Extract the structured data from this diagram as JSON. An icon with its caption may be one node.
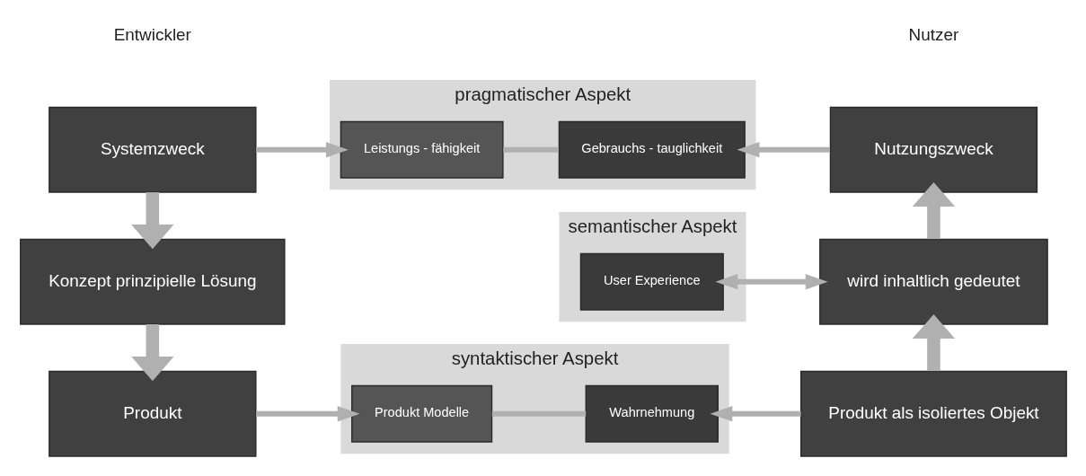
{
  "diagram": {
    "nodes": [
      {
        "text": [
          "pragmatischer Aspekt"
        ]
      },
      {
        "text": [
          "Systemzweck"
        ]
      },
      {
        "text": [
          "Leistungs - fähigkeit"
        ],
        "in": 0
      },
      {
        "text": [
          "Gebrauchs - tauglichkeit"
        ],
        "in": 0
      },
      {
        "text": [
          "Nutzungszweck"
        ]
      },
      {
        "text": [
          "semantischer Aspekt"
        ]
      },
      {
        "text": [
          "Konzept prinzipielle Lösung"
        ]
      },
      {
        "text": [
          "User Experience"
        ],
        "in": 5
      },
      {
        "text": [
          "wird inhaltlich gedeutet"
        ]
      },
      {
        "text": [
          "syntaktischer Aspekt"
        ]
      },
      {
        "text": [
          "Produkt"
        ]
      },
      {
        "text": [
          "Produkt Modelle"
        ],
        "in": 9
      },
      {
        "text": [
          "Wahrnehmung"
        ],
        "in": 9
      },
      {
        "text": [
          "Produkt als isoliertes Objekt"
        ]
      }
    ],
    "edges": [
      {
        "from": 1,
        "to": 6,
        "arrow": "to",
        "style": "thick"
      },
      {
        "from": 6,
        "to": 10,
        "arrow": "to",
        "style": "thick"
      },
      {
        "from": 13,
        "to": 8,
        "arrow": "to",
        "style": "thick"
      },
      {
        "from": 8,
        "to": 4,
        "arrow": "to",
        "style": "thick"
      },
      {
        "from": 1,
        "to": 2,
        "arrow": "to"
      },
      {
        "from": 2,
        "to": 3,
        "arrow": "none"
      },
      {
        "from": 4,
        "to": 3,
        "arrow": "to"
      },
      {
        "from": 7,
        "to": 8,
        "arrow": "both"
      },
      {
        "from": 10,
        "to": 11,
        "arrow": "to"
      },
      {
        "from": 11,
        "to": 12,
        "arrow": "none"
      },
      {
        "from": 13,
        "to": 12,
        "arrow": "to"
      }
    ],
    "labels": [
      "Entwickler",
      "Nutzer"
    ]
  }
}
